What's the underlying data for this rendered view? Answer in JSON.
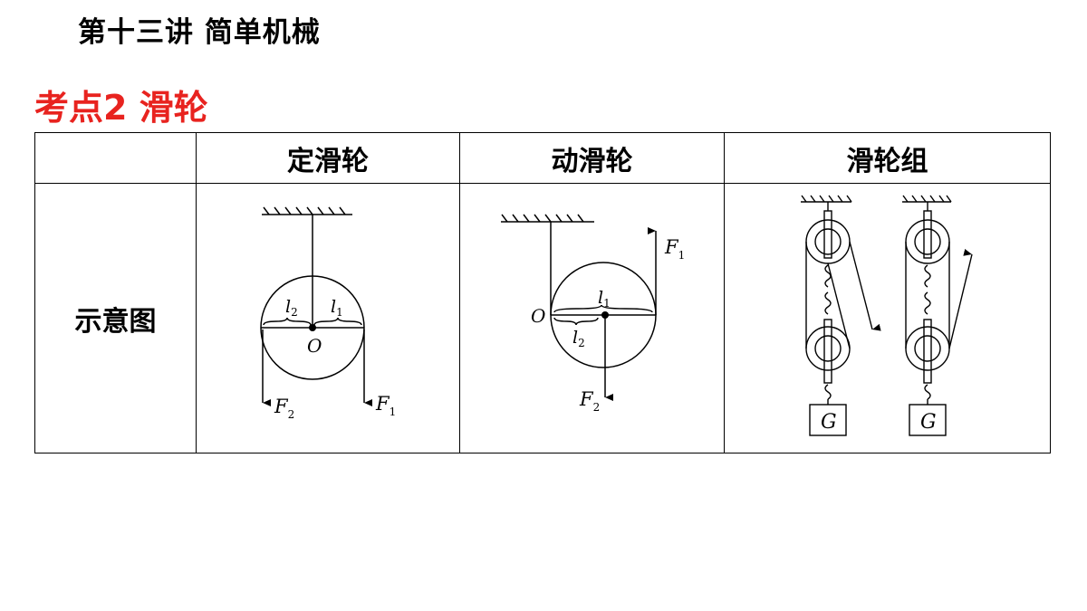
{
  "header": {
    "lecture_title": "第十三讲 简单机械",
    "topic_heading": "考点2  滑轮"
  },
  "table": {
    "corner": "",
    "columns": [
      "定滑轮",
      "动滑轮",
      "滑轮组"
    ],
    "row_label": "示意图"
  },
  "diagrams": {
    "fixed_pulley": {
      "l2": "l",
      "l2_sub": "2",
      "l1": "l",
      "l1_sub": "1",
      "center": "O",
      "f2": "F",
      "f2_sub": "2",
      "f1": "F",
      "f1_sub": "1"
    },
    "movable_pulley": {
      "l1": "l",
      "l1_sub": "1",
      "l2": "l",
      "l2_sub": "2",
      "pivot": "O",
      "f1": "F",
      "f1_sub": "1",
      "f2": "F",
      "f2_sub": "2"
    },
    "pulley_block": {
      "load_left": "G",
      "load_right": "G"
    }
  },
  "colors": {
    "heading_red": "#e8231f",
    "text": "#000000"
  }
}
